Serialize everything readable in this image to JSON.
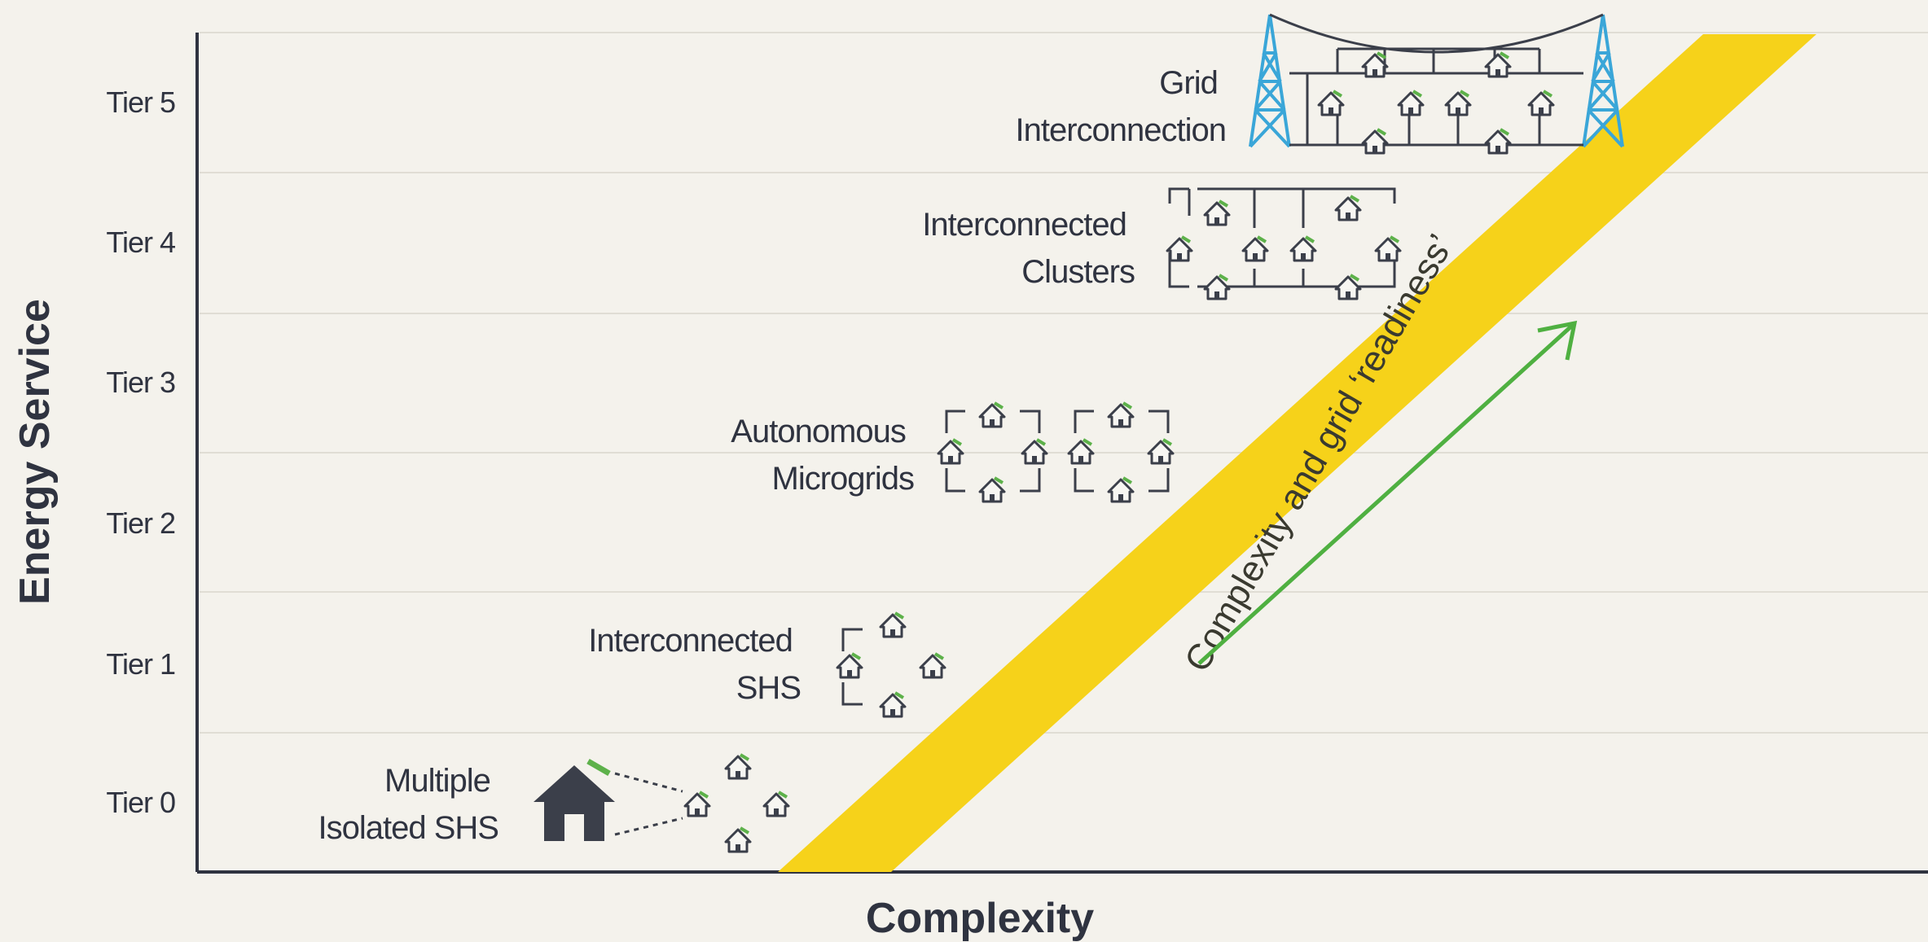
{
  "axes": {
    "y_title": "Energy Service",
    "x_title": "Complexity",
    "tiers": [
      "Tier 0",
      "Tier 1",
      "Tier 2",
      "Tier 3",
      "Tier 4",
      "Tier 5"
    ]
  },
  "band_label": "Complexity and grid ‘readiness’",
  "categories": {
    "shs": [
      "Multiple",
      "Isolated SHS"
    ],
    "interconnected_shs": [
      "Interconnected",
      "SHS"
    ],
    "microgrids": [
      "Autonomous",
      "Microgrids"
    ],
    "clusters": [
      "Interconnected",
      "Clusters"
    ],
    "grid": [
      "Grid",
      "Interconnection"
    ]
  },
  "colors": {
    "band": "#f6d21a",
    "arrow": "#4fb041",
    "tower": "#3aa6d8",
    "panel": "#5db14a",
    "text": "#2f3340"
  }
}
